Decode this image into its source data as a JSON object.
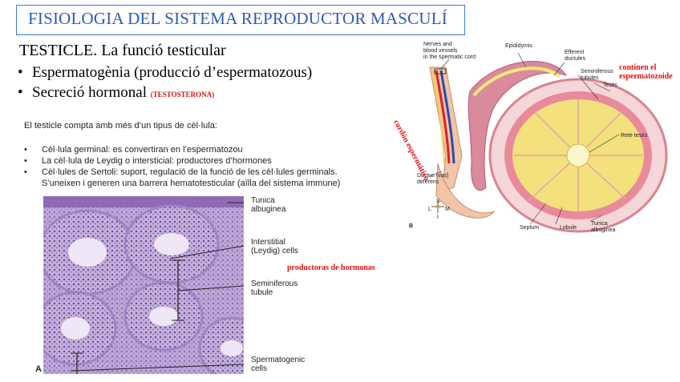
{
  "title": "FISIOLOGIA DEL SISTEMA  REPRODUCTOR MASCULÍ",
  "subtitle": "TESTICLE. La funció testicular",
  "bullets": [
    {
      "text": "Espermatogènia (producció d’espermatozous)"
    },
    {
      "text": "Secreció hormonal",
      "tag": "(TESTOSTERONA)"
    }
  ],
  "intro": "El testicle compta amb més d’un tipus de cèl·lula:",
  "cells": [
    "Cèl·lula germinal: es convertiran en l’espermatozou",
    "La cèl·lula de Leydig o intersticial: productores d’hormones",
    "Cèl·lules de Sertoli: suport, regulació de la funció de les cèl·lules germinals.",
    "S’uneixen i generen una barrera hematotesticular (aïlla del sistema immune)"
  ],
  "histology": {
    "panel_letter": "A",
    "labels": {
      "tunica": "Tunica\nalbuginea",
      "interstitial": "Interstitial\n(Leydig) cells",
      "seminiferous": "Seminiferous\ntubule",
      "spermatogenic": "Spermatogenic\ncells"
    },
    "note": "productoras de hormonas"
  },
  "diagram": {
    "panel_letter": "B",
    "labels": {
      "nerves": "Nerves and\nblood vessels\nin the spermatic cord",
      "epididymis": "Epididymis",
      "efferent": "Efferent\nductules",
      "seminiferous": "Seminiferous\ntubules",
      "testis": "Testis",
      "rete": "Rete testis",
      "ductus": "Ductus (vas)\ndeferens",
      "septum": "Septum",
      "lobule": "Lobule",
      "tunica": "Tunica\nalbuginea",
      "compass_s": "S",
      "compass_l": "L",
      "compass_m": "M",
      "compass_i": "I"
    },
    "cord_note": "cordón espermático",
    "sperm_note": "contínen el\nespermatozoide"
  },
  "colors": {
    "title_blue": "#2b5cb8",
    "note_red": "#e01010",
    "stain_purple": "#b59bd0",
    "tubule_yellow": "#f3ea7a",
    "tissue_pink": "#e98a9a"
  }
}
